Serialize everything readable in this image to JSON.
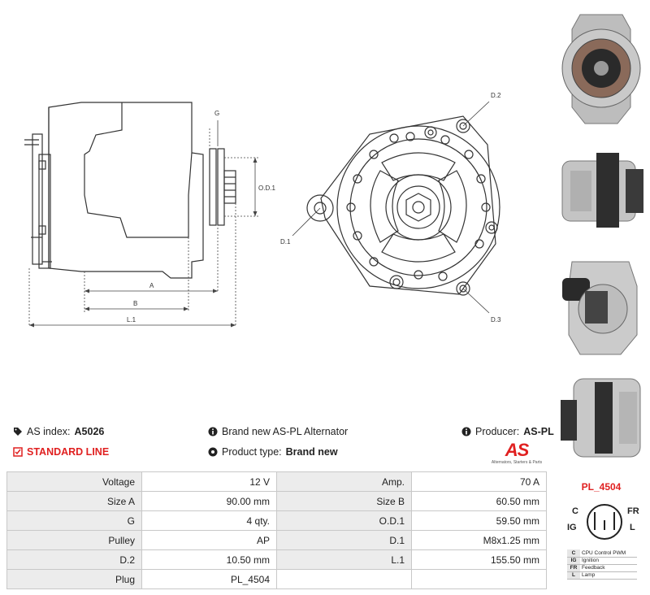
{
  "drawing": {
    "labels": {
      "g": "G",
      "od1": "O.D.1",
      "a": "A",
      "b": "B",
      "l1": "L.1",
      "d1": "D.1",
      "d2": "D.2",
      "d3": "D.3"
    }
  },
  "info": {
    "as_index_label": "AS index:",
    "as_index_value": "A5026",
    "standard_line": "STANDARD LINE",
    "brand_text": "Brand new AS-PL Alternator",
    "product_type_label": "Product type:",
    "product_type_value": "Brand new",
    "producer_label": "Producer:",
    "producer_value": "AS-PL"
  },
  "logo": {
    "text": "AS",
    "tagline": "Alternators, Starters & Parts",
    "color": "#e02020"
  },
  "specs": [
    {
      "k1": "Voltage",
      "v1": "12 V",
      "k2": "Amp.",
      "v2": "70 A"
    },
    {
      "k1": "Size A",
      "v1": "90.00 mm",
      "k2": "Size B",
      "v2": "60.50 mm"
    },
    {
      "k1": "G",
      "v1": "4 qty.",
      "k2": "O.D.1",
      "v2": "59.50 mm"
    },
    {
      "k1": "Pulley",
      "v1": "AP",
      "k2": "D.1",
      "v2": "M8x1.25 mm"
    },
    {
      "k1": "D.2",
      "v1": "10.50 mm",
      "k2": "L.1",
      "v2": "155.50 mm"
    },
    {
      "k1": "Plug",
      "v1": "PL_4504",
      "k2": "",
      "v2": ""
    }
  ],
  "plug": {
    "title": "PL_4504",
    "terminals": {
      "c": "C",
      "fr": "FR",
      "ig": "IG",
      "l": "L"
    },
    "legend": [
      {
        "code": "C",
        "desc": "CPU Control PWM"
      },
      {
        "code": "IG",
        "desc": "Ignition"
      },
      {
        "code": "FR",
        "desc": "Feedback"
      },
      {
        "code": "L",
        "desc": "Lamp"
      }
    ]
  },
  "icons": [
    "tag-icon",
    "checkbox-icon",
    "info-icon",
    "gear-icon"
  ]
}
